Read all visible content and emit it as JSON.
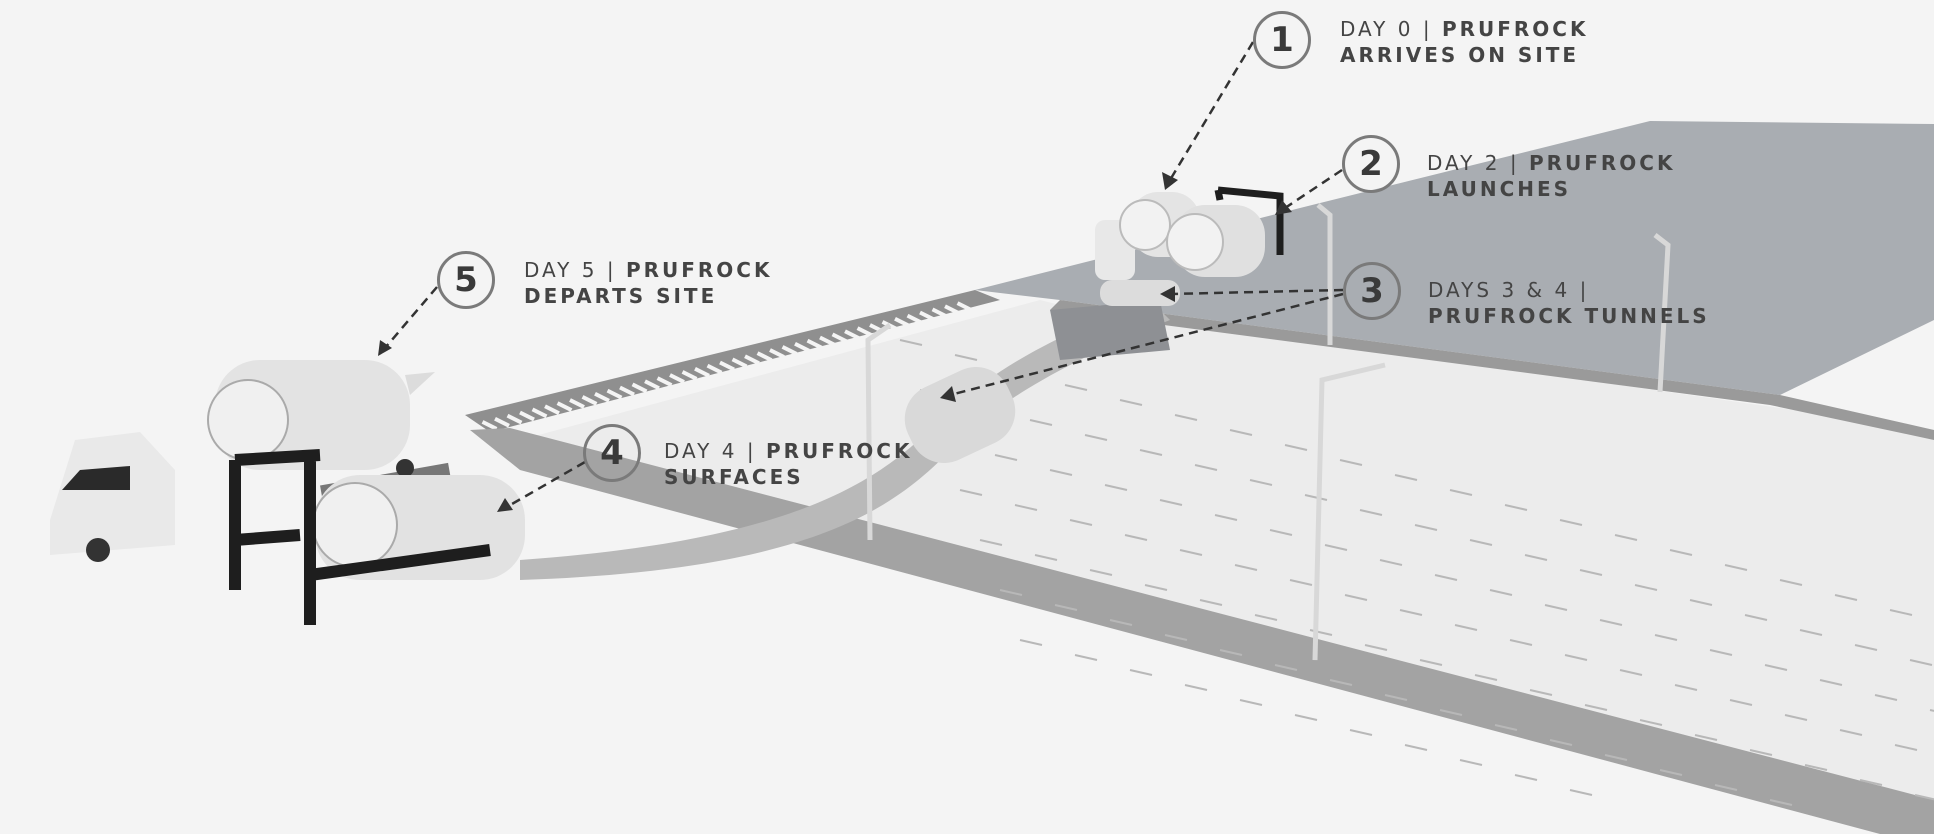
{
  "colors": {
    "background": "#f4f4f4",
    "plaza": "#a9adb2",
    "road": "#e9e9e9",
    "curb": "#9c9c9c",
    "text": "#444444",
    "machine": "#e6e6e6",
    "frame": "#1e1e1e"
  },
  "steps": [
    {
      "number": "1",
      "line1_prefix": "DAY 0 | ",
      "line1_bold": "PRUFROCK",
      "line2": "ARRIVES ON SITE"
    },
    {
      "number": "2",
      "line1_prefix": "DAY 2 | ",
      "line1_bold": "PRUFROCK",
      "line2": "LAUNCHES"
    },
    {
      "number": "3",
      "line1_prefix": "DAYS 3 & 4 |",
      "line1_bold": "",
      "line2": "PRUFROCK TUNNELS"
    },
    {
      "number": "4",
      "line1_prefix": "DAY 4 | ",
      "line1_bold": "PRUFROCK",
      "line2": "SURFACES"
    },
    {
      "number": "5",
      "line1_prefix": "DAY 5 | ",
      "line1_bold": "PRUFROCK",
      "line2": "DEPARTS SITE"
    }
  ]
}
